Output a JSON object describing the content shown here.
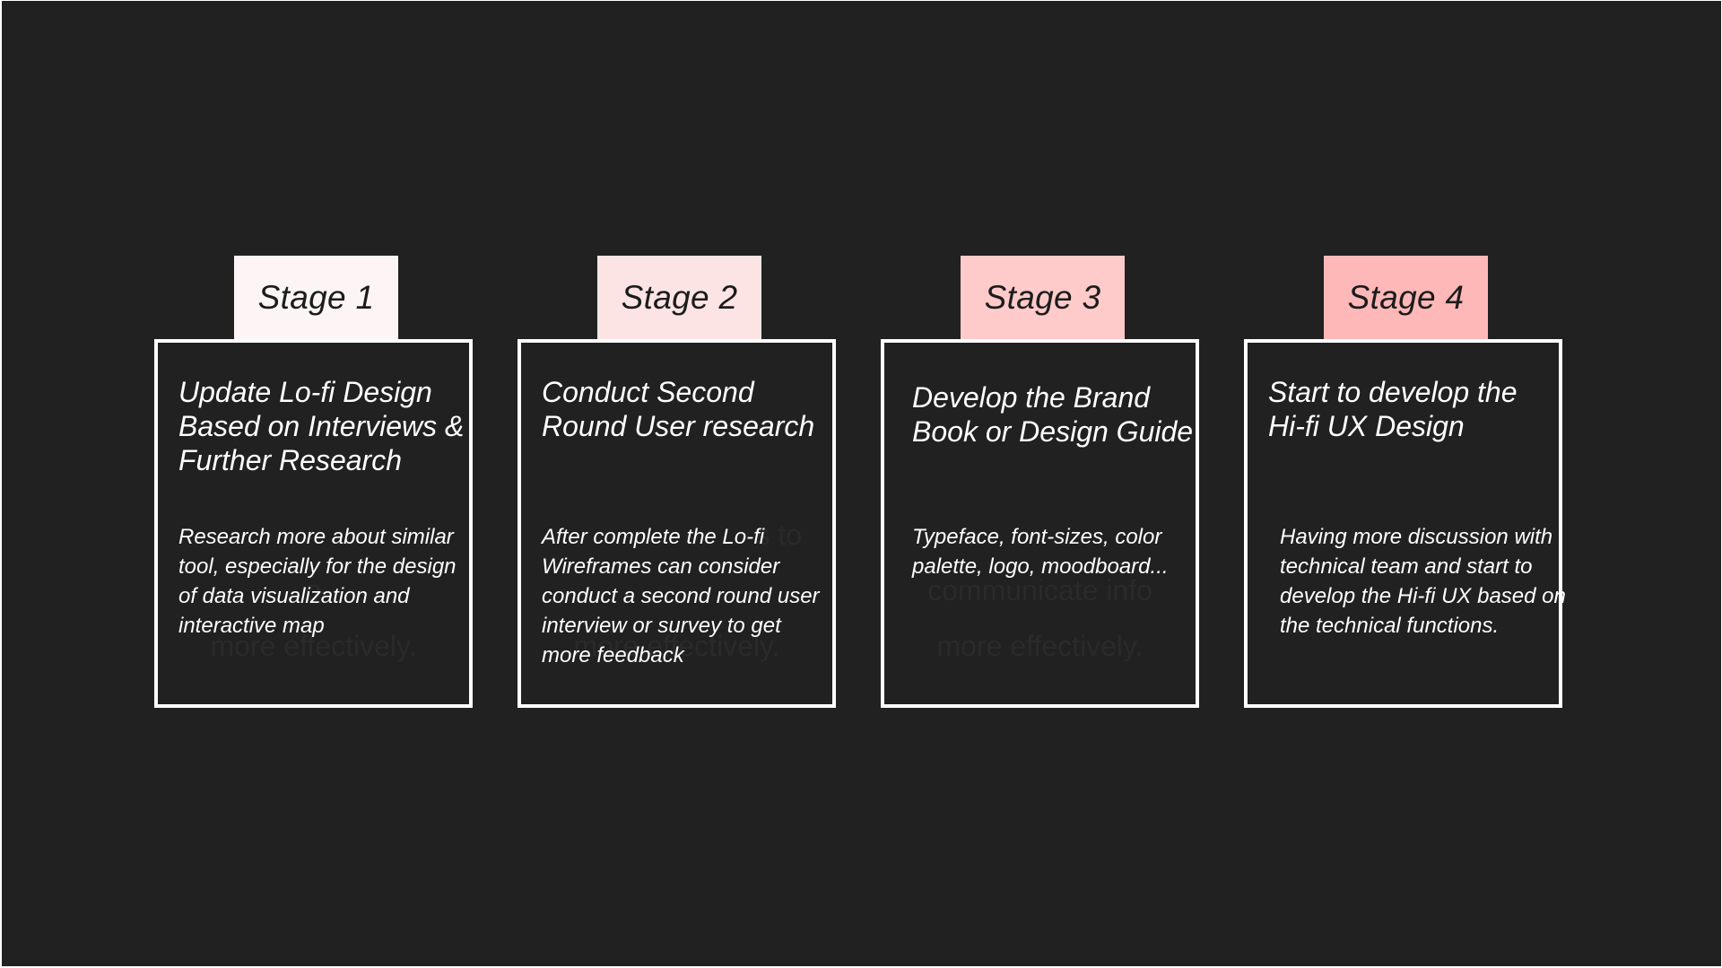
{
  "stages": [
    {
      "tab_label": "Stage 1",
      "tab_color": "#fdf5f5",
      "title": "Update Lo-fi Design Based on Interviews & Further Research",
      "body": "Research more about similar tool, especially for the design of  data visualization and interactive map",
      "ghost_lines": [
        "o",
        "more effectively."
      ]
    },
    {
      "tab_label": "Stage 2",
      "tab_color": "#fde4e4",
      "title": "Conduct Second Round User research",
      "body": "After complete the Lo-fi Wireframes can consider conduct a second round user interview or survey to get more feedback",
      "ghost_lines": [
        "s to",
        "more effectively."
      ]
    },
    {
      "tab_label": "Stage 3",
      "tab_color": "#fecaca",
      "title": "Develop the Brand Book or Design Guide",
      "body": "Typeface, font-sizes, color palette, logo, moodboard...",
      "ghost_lines": [
        "communicate info",
        "more effectively."
      ]
    },
    {
      "tab_label": "Stage 4",
      "tab_color": "#feb8b8",
      "title": "Start to develop the Hi-fi UX Design",
      "body": "Having more discussion with technical team and start to develop the Hi-fi UX based on the technical functions.",
      "ghost_lines": []
    }
  ]
}
